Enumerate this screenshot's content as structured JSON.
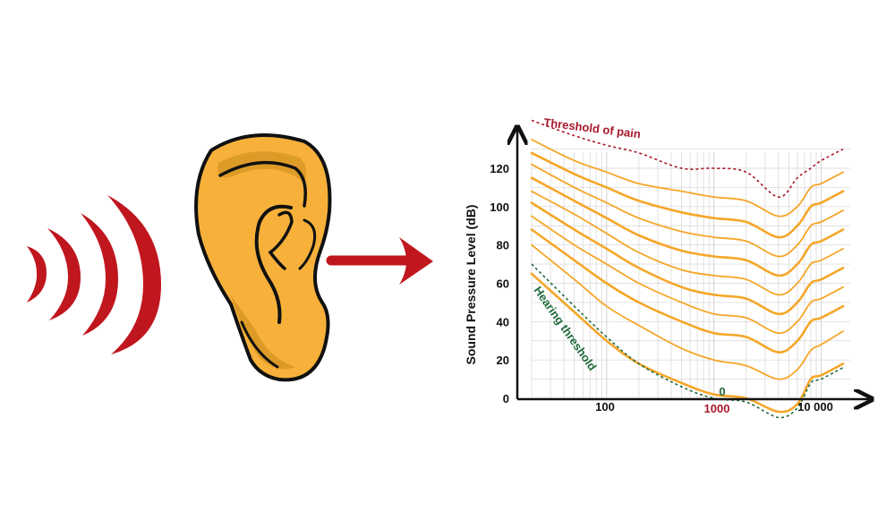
{
  "chart_data": {
    "type": "line",
    "ylabel": "Sound Pressure Level (dB)",
    "y_ticks": [
      "0",
      "20",
      "40",
      "60",
      "80",
      "100",
      "120"
    ],
    "x_ticks": [
      "100",
      "1000",
      "10 000"
    ],
    "x_scale": "log",
    "ylim": [
      0,
      130
    ],
    "grid": true,
    "annotations": {
      "threshold_of_pain": "Threshold of pain",
      "hearing_threshold": "Hearing threshold",
      "hearing_zero": "0"
    },
    "x": [
      20,
      50,
      100,
      200,
      500,
      1000,
      2000,
      4000,
      6000,
      8000,
      10000,
      16000
    ],
    "series": [
      {
        "values": [
          65,
          45,
          30,
          18,
          8,
          2,
          0,
          -7,
          -3,
          10,
          12,
          18
        ]
      },
      {
        "values": [
          80,
          62,
          48,
          38,
          26,
          20,
          17,
          10,
          15,
          25,
          28,
          35
        ]
      },
      {
        "values": [
          88,
          72,
          60,
          50,
          40,
          34,
          32,
          24,
          30,
          40,
          42,
          48
        ]
      },
      {
        "values": [
          95,
          80,
          70,
          60,
          50,
          44,
          42,
          34,
          40,
          50,
          52,
          58
        ]
      },
      {
        "values": [
          102,
          88,
          78,
          68,
          58,
          54,
          52,
          44,
          50,
          60,
          62,
          68
        ]
      },
      {
        "values": [
          108,
          96,
          86,
          76,
          67,
          64,
          62,
          54,
          60,
          70,
          72,
          78
        ]
      },
      {
        "values": [
          115,
          103,
          94,
          85,
          77,
          74,
          72,
          64,
          70,
          80,
          82,
          88
        ]
      },
      {
        "values": [
          122,
          110,
          102,
          94,
          87,
          84,
          82,
          74,
          80,
          90,
          92,
          98
        ]
      },
      {
        "values": [
          128,
          117,
          110,
          103,
          97,
          94,
          92,
          84,
          90,
          100,
          102,
          108
        ]
      },
      {
        "values": [
          135,
          124,
          118,
          112,
          108,
          105,
          103,
          95,
          100,
          110,
          112,
          118
        ]
      }
    ],
    "threshold_of_pain": [
      145,
      137,
      132,
      128,
      120,
      120,
      118,
      105,
      115,
      120,
      124,
      130
    ],
    "hearing_threshold": [
      70,
      48,
      32,
      18,
      6,
      0,
      -2,
      -10,
      -5,
      8,
      10,
      16
    ]
  },
  "colors": {
    "wave_red": "#c0161e",
    "ear_fill": "#f7b13a",
    "ear_shadow": "#c98a19",
    "curve_orange": "#f5a628",
    "pain_line": "#a8182a",
    "hearing_line": "#1f6a3a",
    "grid": "#d4d4d4",
    "axis": "#111111"
  },
  "icons": {
    "sound_waves": "sound-waves-icon",
    "ear": "ear-icon",
    "arrow": "arrow-right-icon"
  }
}
